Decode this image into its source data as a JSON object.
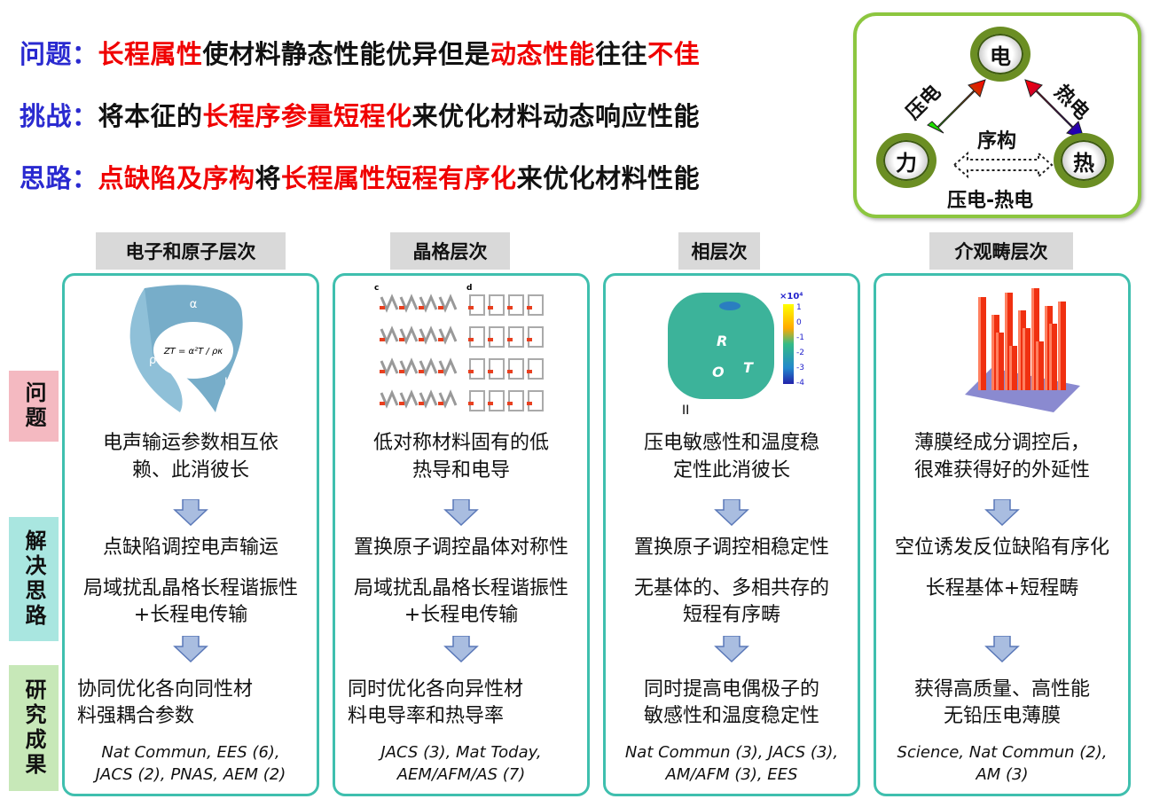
{
  "headline": [
    {
      "label": "问题：",
      "parts": [
        [
          "长程属性",
          "red"
        ],
        [
          "使材料静态性能优异但是",
          "blk"
        ],
        [
          "动态性能",
          "red"
        ],
        [
          "往往",
          "blk"
        ],
        [
          "不佳",
          "red"
        ]
      ]
    },
    {
      "label": "挑战：",
      "parts": [
        [
          "将本征的",
          "blk"
        ],
        [
          "长程序参量短程化",
          "red"
        ],
        [
          "来优化材料动态响应性能",
          "blk"
        ]
      ]
    },
    {
      "label": "思路：",
      "parts": [
        [
          "点缺陷及序构",
          "red"
        ],
        [
          "将",
          "blk"
        ],
        [
          "长程属性短程有序化",
          "red"
        ],
        [
          "来优化材料性能",
          "blk"
        ]
      ]
    }
  ],
  "triangle": {
    "top": "电",
    "left": "力",
    "right": "热",
    "left_arrow": "压电",
    "right_arrow": "热电",
    "center": "序构",
    "bottom": "压电-热电"
  },
  "side_labels": [
    "问题",
    "解决思路",
    "研究成果"
  ],
  "columns": [
    {
      "header": "电子和原子层次",
      "image_labels": {
        "a": "α",
        "b": "ρ",
        "c": "κ",
        "formula": "ZT = α²T / ρκ"
      },
      "problem": [
        "电声输运参数相互依",
        "赖、此消彼长"
      ],
      "solution": [
        "点缺陷调控电声输运",
        "局域扰乱晶格长程谐振性",
        "+长程电传输"
      ],
      "result": [
        "协同优化各向同性材",
        "料强耦合参数"
      ],
      "refs": [
        "Nat Commun, EES (6),",
        "JACS (2), PNAS, AEM (2)"
      ]
    },
    {
      "header": "晶格层次",
      "image_labels": {
        "c": "c",
        "d": "d"
      },
      "problem": [
        "低对称材料固有的低",
        "热导和电导"
      ],
      "solution": [
        "置换原子调控晶体对称性",
        "局域扰乱晶格长程谐振性",
        "+长程电传输"
      ],
      "result": [
        "同时优化各向异性材",
        "料电导率和热导率"
      ],
      "refs": [
        "JACS (3), Mat Today,",
        "AEM/AFM/AS (7)"
      ]
    },
    {
      "header": "相层次",
      "image_labels": {
        "r": "R",
        "o": "O",
        "t": "T",
        "scale": "×10⁴",
        "ticks": [
          "1",
          "0",
          "-1",
          "-2",
          "-3",
          "-4"
        ],
        "phase": "II"
      },
      "problem": [
        "压电敏感性和温度稳",
        "定性此消彼长"
      ],
      "solution": [
        "置换原子调控相稳定性",
        "无基体的、多相共存的",
        "短程有序畴"
      ],
      "result": [
        "同时提高电偶极子的",
        "敏感性和温度稳定性"
      ],
      "refs": [
        "Nat Commun (3), JACS (3),",
        "AM/AFM (3), EES"
      ]
    },
    {
      "header": "介观畴层次",
      "image_labels": {},
      "problem": [
        "薄膜经成分调控后，",
        "很难获得好的外延性"
      ],
      "solution": [
        "空位诱发反位缺陷有序化",
        "长程基体+短程畴",
        ""
      ],
      "result": [
        "获得高质量、高性能",
        "无铅压电薄膜"
      ],
      "refs": [
        "Science, Nat Commun (2),",
        "AM (3)"
      ]
    }
  ]
}
